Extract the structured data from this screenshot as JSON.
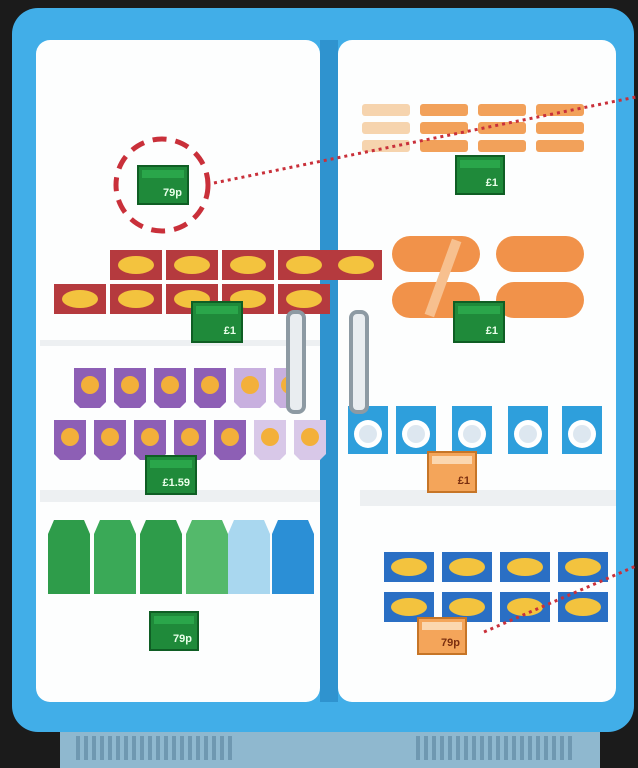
{
  "colors": {
    "fridge_frame": "#41aee8",
    "fridge_frame_dark": "#2f93cf",
    "interior": "#fdfefe",
    "tag_green": "#1f8a3a",
    "tag_green_light": "#2aa64a",
    "tag_orange": "#f4a55a",
    "highlight_dash": "#c9303a",
    "dotted_line": "#c9303a",
    "base_grille": "#9ec3d8"
  },
  "price_tags": [
    {
      "id": "tag-1",
      "text": "79p",
      "style": "green"
    },
    {
      "id": "tag-2",
      "text": "£1",
      "style": "green"
    },
    {
      "id": "tag-3",
      "text": "£1.59",
      "style": "green"
    },
    {
      "id": "tag-4",
      "text": "£1",
      "style": "green"
    },
    {
      "id": "tag-5",
      "text": "£1",
      "style": "green"
    },
    {
      "id": "tag-6",
      "text": "£1",
      "style": "orange"
    },
    {
      "id": "tag-7",
      "text": "79p",
      "style": "green"
    },
    {
      "id": "tag-8",
      "text": "79p",
      "style": "orange"
    }
  ],
  "icons": {
    "highlight": "dashed-circle-icon",
    "connector": "dotted-line-icon"
  }
}
